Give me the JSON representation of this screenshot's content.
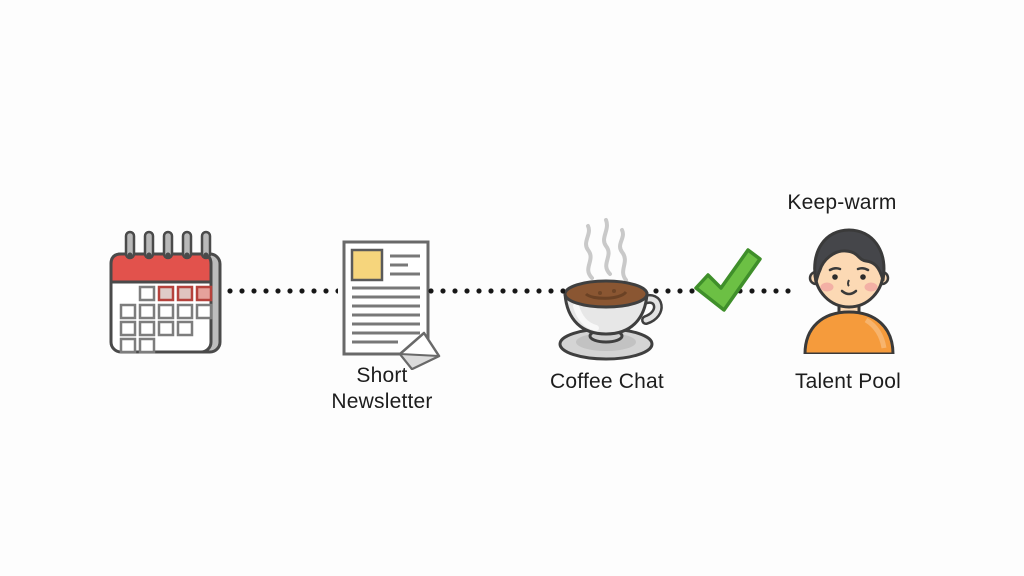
{
  "diagram": {
    "type": "flow",
    "nodes": [
      {
        "id": "calendar",
        "icon": "calendar-icon",
        "label": ""
      },
      {
        "id": "newsletter",
        "icon": "newsletter-document-icon",
        "label": "Short Newsletter"
      },
      {
        "id": "coffee-chat",
        "icon": "coffee-cup-icon",
        "label": "Coffee Chat"
      },
      {
        "id": "talent-pool",
        "icon": "person-icon",
        "label": "Talent Pool",
        "label_above": "Keep-warm"
      }
    ],
    "connectors": [
      {
        "from": "calendar",
        "to": "newsletter",
        "style": "dotted"
      },
      {
        "from": "newsletter",
        "to": "coffee-chat",
        "style": "dotted"
      },
      {
        "from": "coffee-chat",
        "to": "talent-pool",
        "style": "dotted",
        "overlay_icon": "checkmark-icon"
      }
    ]
  },
  "colors": {
    "background": "#fdfdfd",
    "text": "#1d1d1d",
    "connector_dot": "#161616",
    "calendar_red": "#e2524c",
    "calendar_cell_highlight_border": "#b5423c",
    "newsletter_yellow": "#f6d57c",
    "coffee_brown": "#8a5632",
    "check_green": "#6cc044",
    "check_green_outline": "#3f8f2a",
    "shirt_orange": "#f59b3c",
    "skin": "#fcd9b4",
    "hair": "#45464a"
  }
}
